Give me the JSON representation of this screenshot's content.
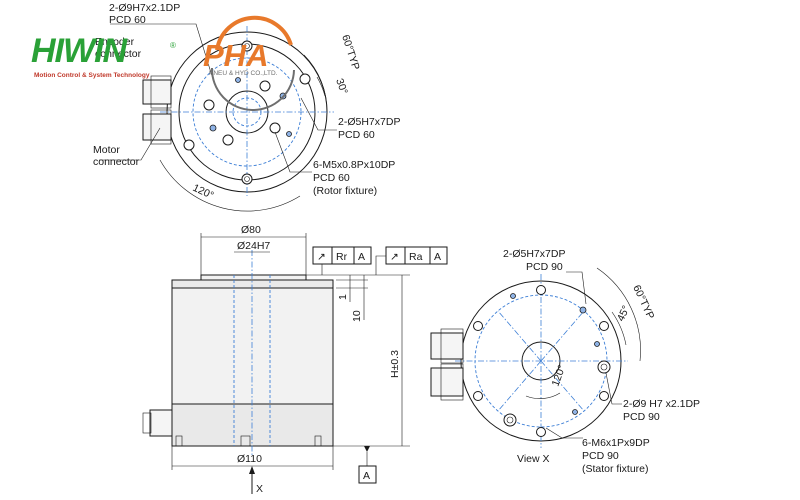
{
  "brand": {
    "hiwin_logo": "HIWIN",
    "hiwin_tagline": "Motion Control & System Technology",
    "registered_mark": "®",
    "pha_logo": "PHA",
    "pha_tagline": "PNEU & HYD CO.,LTD."
  },
  "colors": {
    "hiwin_green": "#2aa137",
    "pha_orange": "#e8792b",
    "pha_grey": "#6e6e6e",
    "centerline_blue": "#3d7fd6"
  },
  "top_view": {
    "hole_callout_1": [
      "2-Ø9H7x2.1DP",
      "PCD 60"
    ],
    "encoder_connector": [
      "Encoder",
      "connector"
    ],
    "angle_60_typ": "60°TYP",
    "angle_30": "30°",
    "hole_callout_2": [
      "2-Ø5H7x7DP",
      "PCD 60"
    ],
    "motor_connector": [
      "Motor",
      "connector"
    ],
    "hole_callout_3": [
      "6-M5x0.8Px10DP",
      "PCD 60",
      "(Rotor fixture)"
    ],
    "angle_120": "120°"
  },
  "side_view": {
    "dim_top_od": "Ø80",
    "dim_bore": "Ø24H7",
    "tolerance_1": {
      "symbol": "↗",
      "type": "Rr",
      "datum": "A"
    },
    "tolerance_2": {
      "symbol": "↗",
      "type": "Ra",
      "datum": "A"
    },
    "dim_step": "1",
    "dim_10": "10",
    "dim_height": "H±0.3",
    "dim_bottom_od": "Ø110",
    "datum_label": "A",
    "view_arrow_label": "X"
  },
  "view_x": {
    "hole_callout_1": [
      "2-Ø5H7x7DP",
      "PCD 90"
    ],
    "angle_60_typ": "60°TYP",
    "angle_45": "45°",
    "angle_120": "120°",
    "hole_callout_2": [
      "2-Ø9 H7 x2.1DP",
      "PCD 90"
    ],
    "hole_callout_3": [
      "6-M6x1Px9DP",
      "PCD 90",
      "(Stator fixture)"
    ],
    "view_label": "View X"
  }
}
